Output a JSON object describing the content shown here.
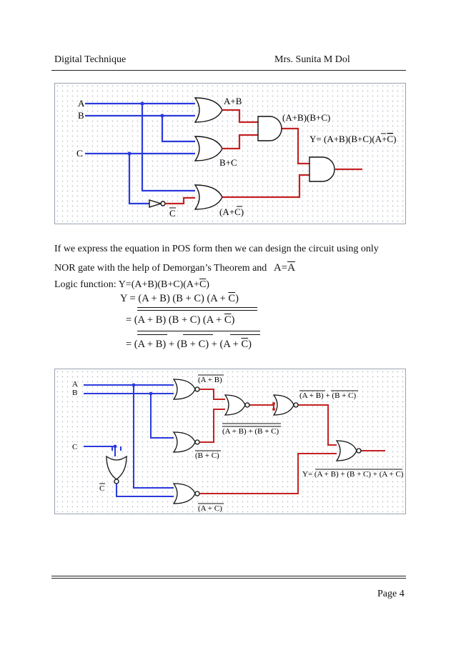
{
  "header": {
    "left": "Digital Technique",
    "right": "Mrs. Sunita M Dol"
  },
  "figure1": {
    "in_a": "A",
    "in_b": "B",
    "in_c": "C",
    "g1_out": "A+B",
    "g2_out": "B+C",
    "and1_out": "(A+B)(B+C)",
    "y_out_prefix": "Y=",
    "y_out_main": "(A+B)(B+C)(A+",
    "y_out_bar": "C",
    "y_out_close": ")",
    "inv_label": "C",
    "g3_out_open": "(A+",
    "g3_out_bar": "C",
    "g3_out_close": ")"
  },
  "text": {
    "para_line1": "If we express the equation in POS form then we can design the circuit using only",
    "para_line2": "NOR gate with the help of Demorgan’s Theorem and",
    "identity_left": "A=",
    "identity_right": "A",
    "logic_label": "Logic function:",
    "logic_y": "Y=",
    "logic_expr_main": "(A+B)(B+C)(A+",
    "logic_expr_bar": "C",
    "logic_expr_close": ")"
  },
  "equations": {
    "eq1_main": "Y = (A + B) (B + C) (A + ",
    "eq1_bar": "C",
    "eq1_close": ")",
    "eq2_main": "= (A + B) (B + C) (A + ",
    "eq2_bar": "C",
    "eq2_close": ")",
    "eq3_main": "= (A + B) + (B + C) + (A + ",
    "eq3_bar": "C",
    "eq3_close": ")"
  },
  "figure2": {
    "in_a": "A",
    "in_b": "B",
    "in_c": "C",
    "n1_out": "(A + B)",
    "n2_out": "(B + C)",
    "n3_out_open": "(A + ",
    "n3_out_bar": "C",
    "n3_out_close": ")",
    "mid_label": "(A + B) + (B + C)",
    "inv_out": "(A + B) + (B + C)",
    "inv_label": "C",
    "y_label_prefix": "Y= ",
    "y_label_main": "(A + B) + (B + C) + (A + ",
    "y_label_bar": "C",
    "y_label_close": ")"
  },
  "footer": {
    "page": "Page 4"
  },
  "colors": {
    "blue_wire": "#2a3bdc",
    "red_wire": "#c42222",
    "grid": "#b7bec8"
  }
}
